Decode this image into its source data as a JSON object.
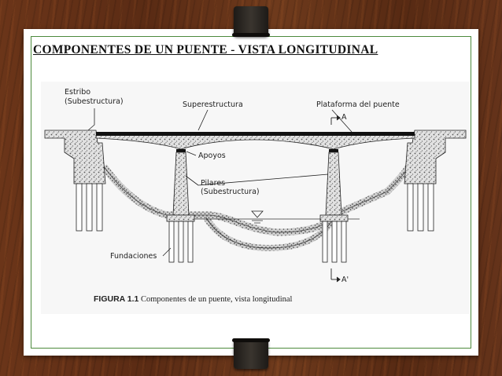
{
  "slide": {
    "title": "COMPONENTES DE UN PUENTE - VISTA LONGITUDINAL"
  },
  "figure": {
    "labels": {
      "estribo_line1": "Estribo",
      "estribo_line2": "(Subestructura)",
      "superestructura": "Superestructura",
      "plataforma": "Plataforma del puente",
      "section_a": "A",
      "apoyos": "Apoyos",
      "pilares_line1": "Pilares",
      "pilares_line2": "(Subestructura)",
      "fundaciones": "Fundaciones",
      "section_a_prime": "A'"
    },
    "caption_label": "FIGURA 1.1",
    "caption_text": " Componentes de un puente, vista longitudinal"
  },
  "colors": {
    "background_wood": "#5a2e17",
    "card": "#ffffff",
    "card_border": "#4c8a3c",
    "clip": "#2a2520"
  }
}
